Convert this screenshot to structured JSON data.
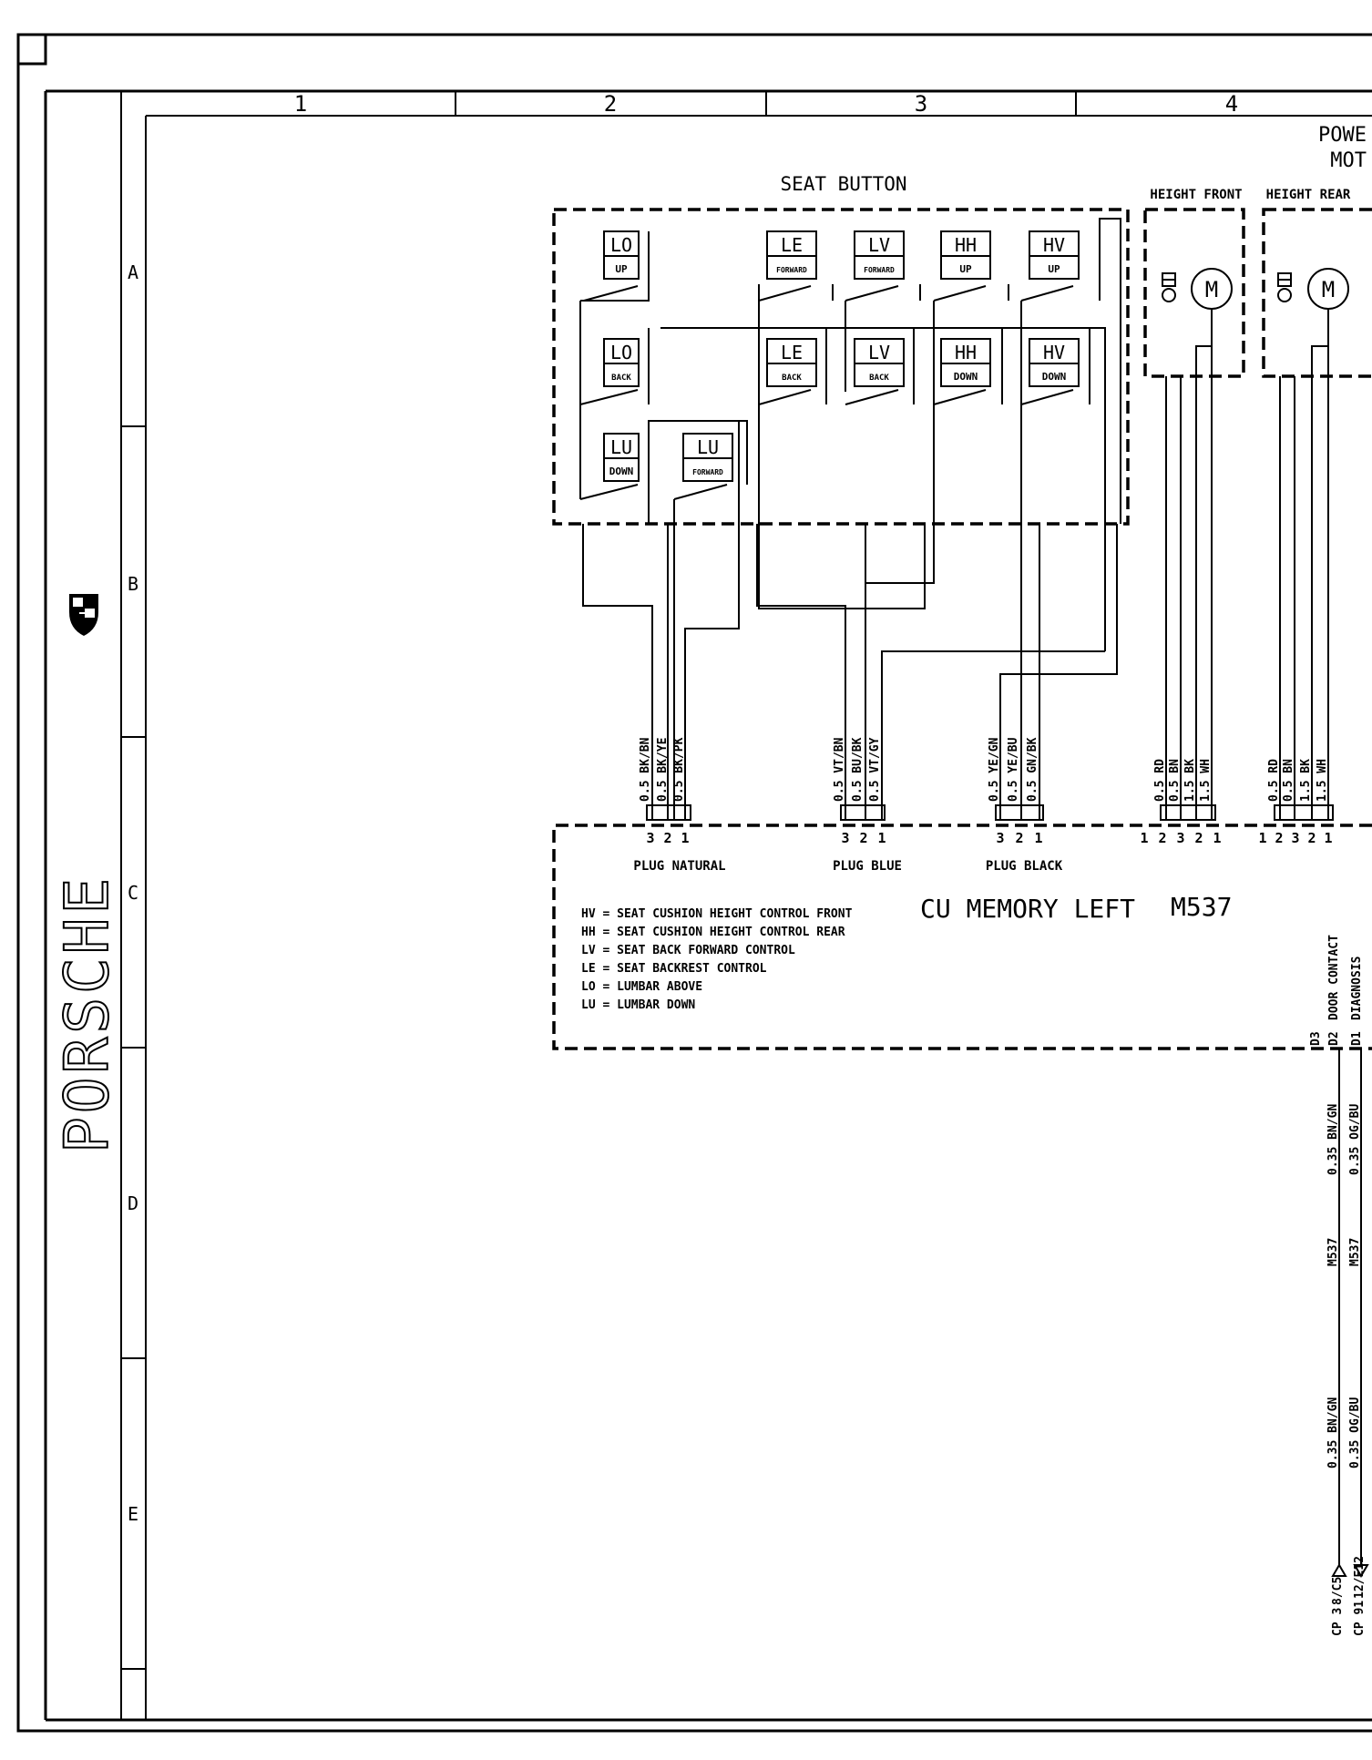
{
  "frame": {
    "columns": [
      "1",
      "2",
      "3",
      "4"
    ],
    "rows": [
      "A",
      "B",
      "C",
      "D",
      "E"
    ]
  },
  "brand": {
    "name": "PORSCHE"
  },
  "titles": {
    "power": "POWE",
    "motor": "MOT",
    "seat_button": "SEAT BUTTON",
    "height_front": "HEIGHT FRONT",
    "height_rear": "HEIGHT REAR"
  },
  "buttons": [
    {
      "top": "LO",
      "bottom": "UP"
    },
    {
      "top": "LE",
      "bottom": "FORWARD"
    },
    {
      "top": "LV",
      "bottom": "FORWARD"
    },
    {
      "top": "HH",
      "bottom": "UP"
    },
    {
      "top": "HV",
      "bottom": "UP"
    },
    {
      "top": "LO",
      "bottom": "BACK"
    },
    {
      "top": "LE",
      "bottom": "BACK"
    },
    {
      "top": "LV",
      "bottom": "BACK"
    },
    {
      "top": "HH",
      "bottom": "DOWN"
    },
    {
      "top": "HV",
      "bottom": "DOWN"
    },
    {
      "top": "LU",
      "bottom": "DOWN"
    },
    {
      "top": "LU",
      "bottom": "FORWARD"
    }
  ],
  "motor_symbol": "M",
  "wires": {
    "natural": [
      "0.5 BK/BN",
      "0.5 BK/YE",
      "0.5 BK/PK"
    ],
    "blue": [
      "0.5 VT/BN",
      "0.5 BU/BK",
      "0.5 VT/GY"
    ],
    "black": [
      "0.5 YE/GN",
      "0.5 YE/BU",
      "0.5 GN/BK"
    ],
    "front": [
      "0.5 RD",
      "0.5 BN",
      "1.5 BK",
      "1.5 WH"
    ],
    "rear": [
      "0.5 RD",
      "0.5 BN",
      "1.5 BK",
      "1.5 WH"
    ]
  },
  "pins": {
    "plug3": [
      "3",
      "2",
      "1"
    ],
    "motor": [
      "1",
      "2",
      "3",
      "2",
      "1"
    ]
  },
  "plugs": {
    "natural": "PLUG NATURAL",
    "blue": "PLUG BLUE",
    "black": "PLUG BLACK"
  },
  "control_unit": {
    "title": "CU MEMORY LEFT",
    "code": "M537"
  },
  "legend": [
    "HV = SEAT CUSHION HEIGHT CONTROL FRONT",
    "HH = SEAT CUSHION HEIGHT CONTROL REAR",
    "LV = SEAT BACK FORWARD CONTROL",
    "LE = SEAT BACKREST CONTROL",
    "LO = LUMBAR ABOVE",
    "LU = LUMBAR DOWN"
  ],
  "connector_pins": {
    "d3": "D3",
    "d2": "D2",
    "d1": "D1",
    "door_contact": "DOOR CONTACT",
    "diagnosis": "DIAGNOSIS"
  },
  "ext_wires": {
    "w1_top": "0.35 BN/GN",
    "w2_top": "0.35 OG/BU",
    "m1": "M537",
    "m2": "M537",
    "w1_bottom": "0.35 BN/GN",
    "w2_bottom": "0.35 OG/BU",
    "cp1": "CP 3",
    "cp1_ref": "8/C5",
    "cp2": "CP 91",
    "cp2_ref": "12/E12"
  }
}
